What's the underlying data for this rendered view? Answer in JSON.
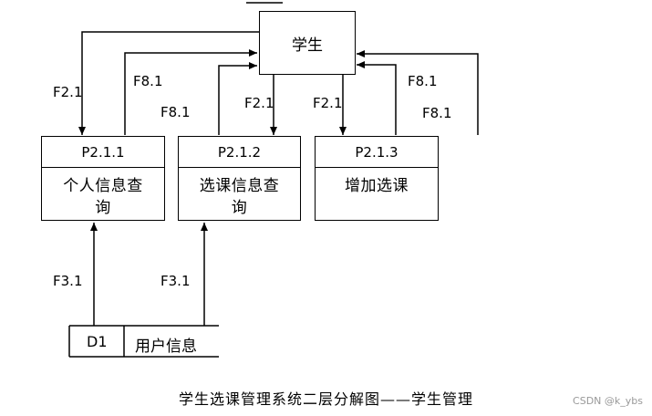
{
  "student": "学生",
  "processes": [
    {
      "id": "P2.1.1",
      "name": "个人信息查询"
    },
    {
      "id": "P2.1.2",
      "name": "选课信息查询"
    },
    {
      "id": "P2.1.3",
      "name": "增加选课"
    }
  ],
  "flows": {
    "f2_1": "F2.1",
    "f8_1": "F8.1",
    "f3_1": "F3.1"
  },
  "store": {
    "id": "D1",
    "name": "用户信息"
  },
  "caption": "学生选课管理系统二层分解图——学生管理",
  "watermark": "CSDN @k_ybs"
}
